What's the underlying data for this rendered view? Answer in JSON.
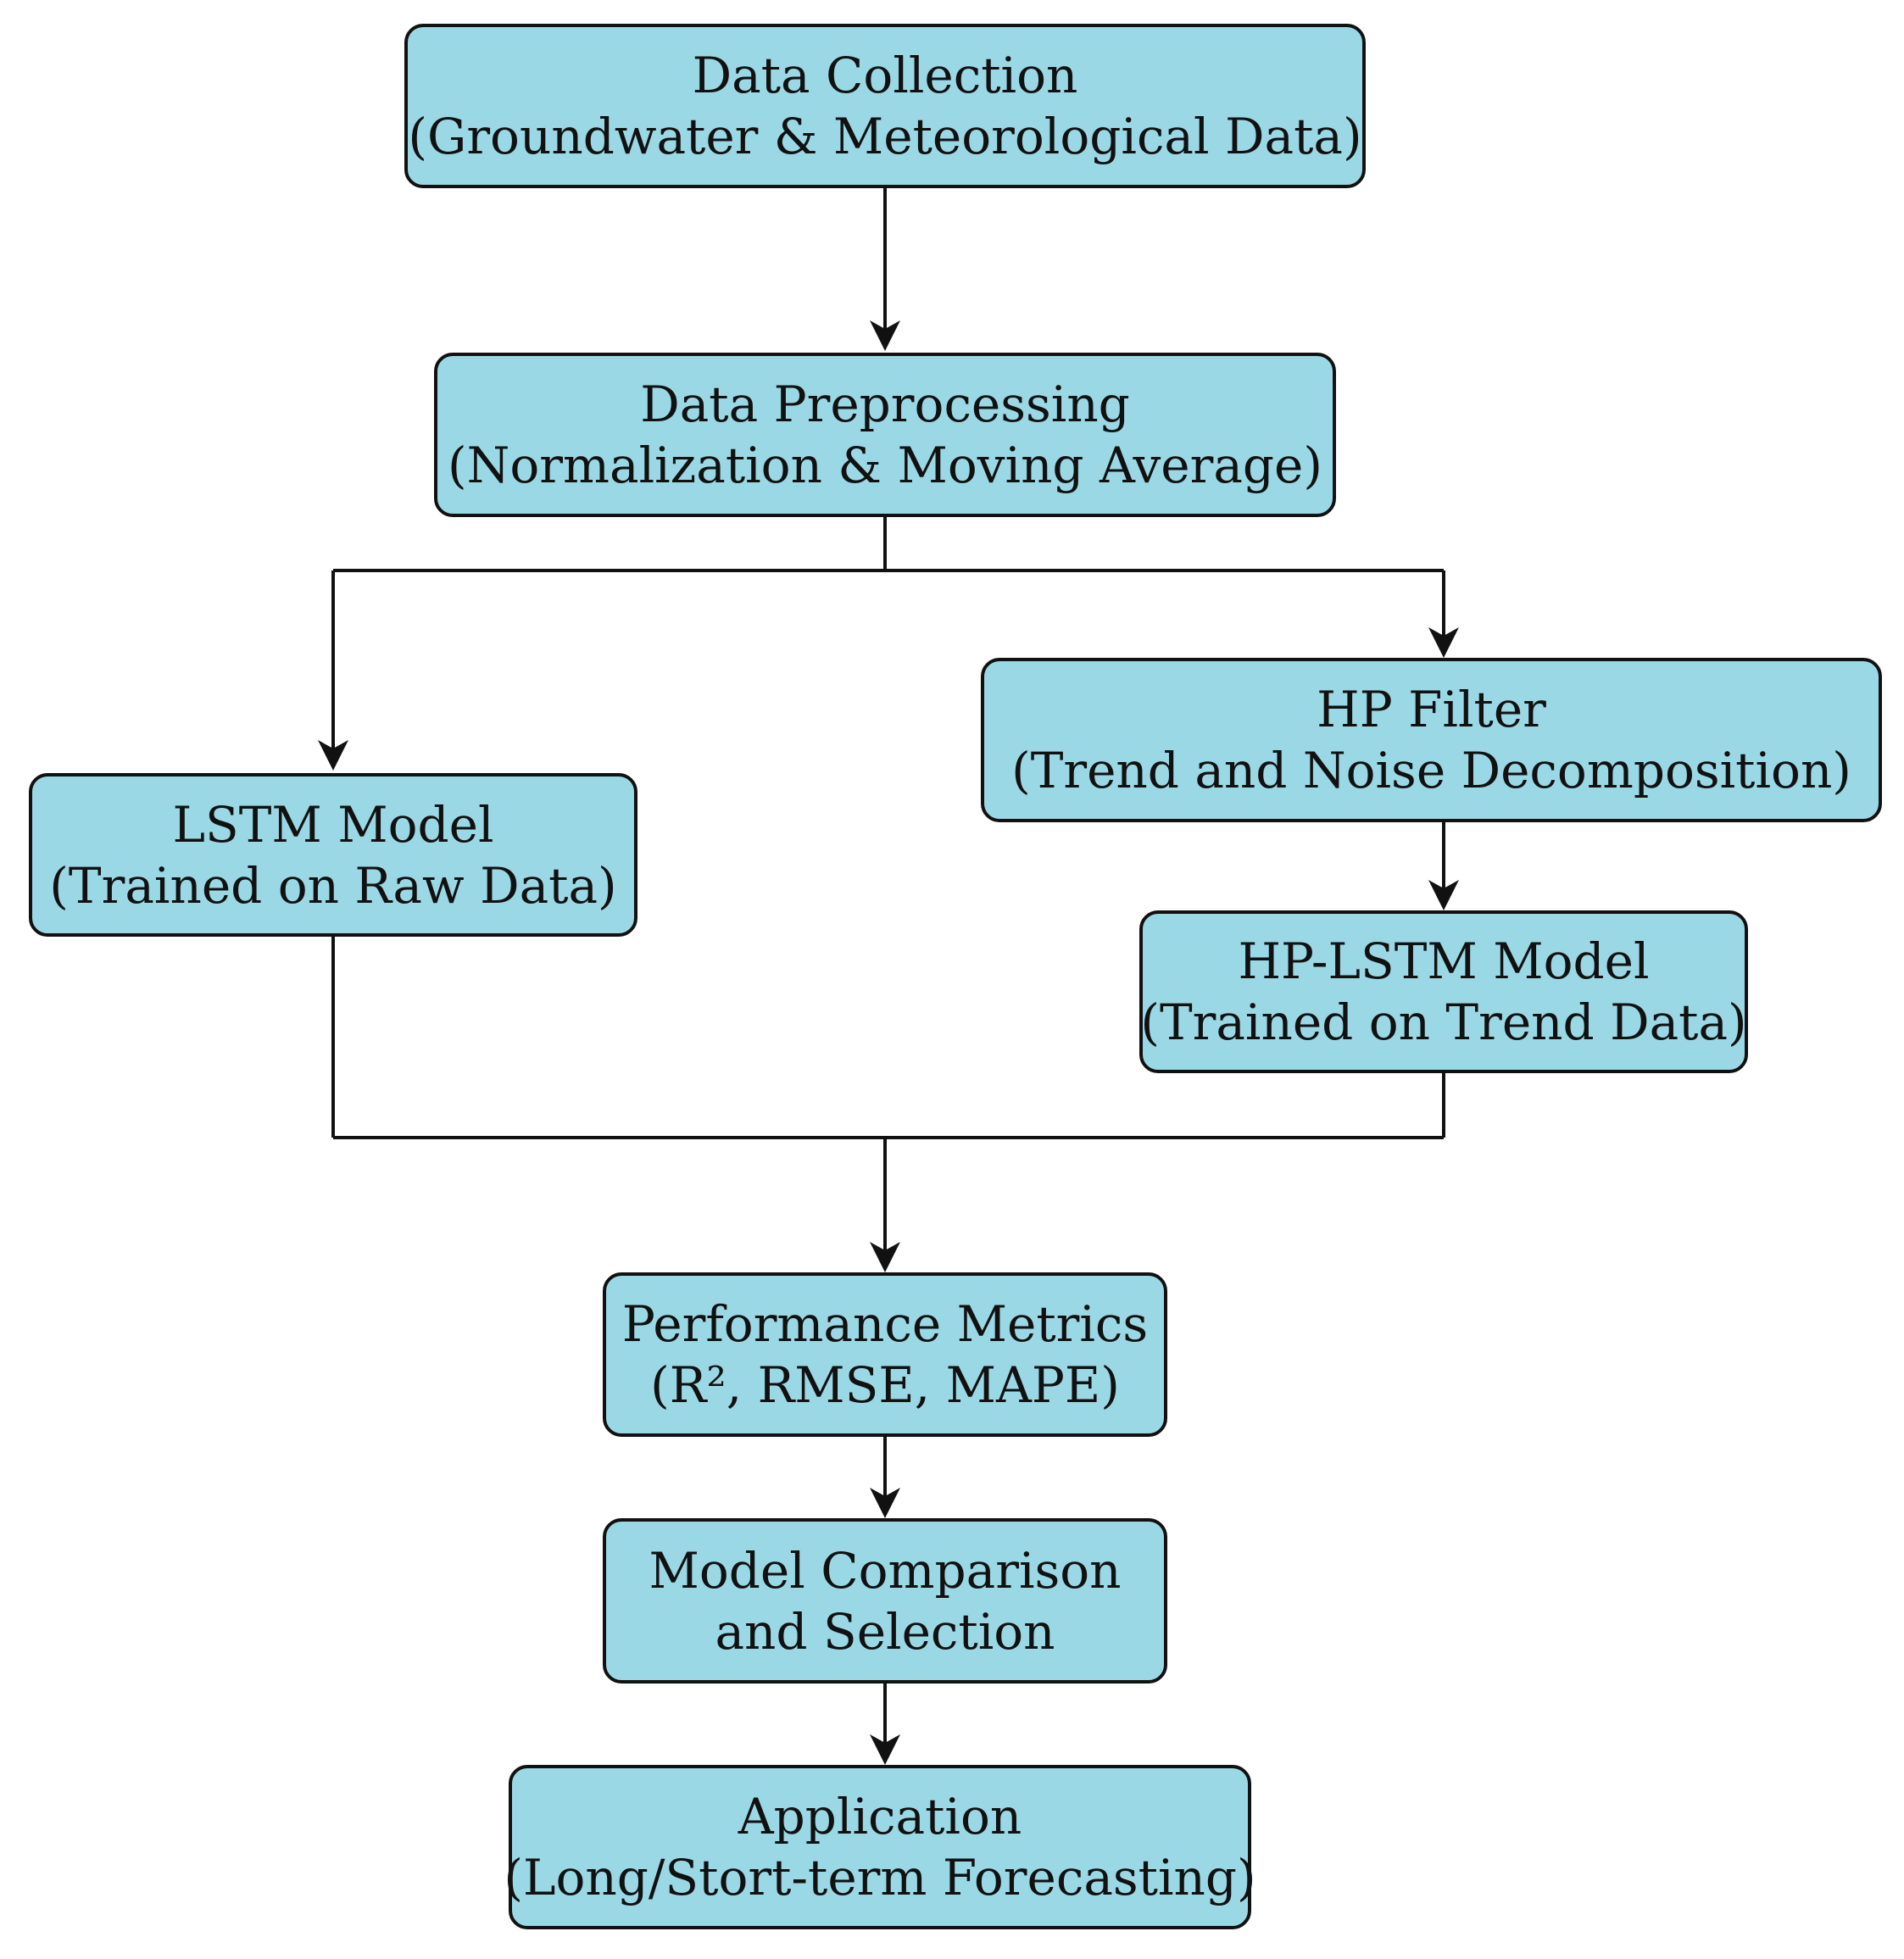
{
  "colors": {
    "box_fill": "#9bd8e6",
    "stroke": "#111111",
    "background": "#ffffff"
  },
  "nodes": {
    "data_collection": {
      "line1": "Data Collection",
      "line2": "(Groundwater & Meteorological Data)"
    },
    "data_preprocessing": {
      "line1": "Data Preprocessing",
      "line2": "(Normalization & Moving Average)"
    },
    "lstm_model": {
      "line1": "LSTM Model",
      "line2": "(Trained on Raw Data)"
    },
    "hp_filter": {
      "line1": "HP Filter",
      "line2": "(Trend and Noise Decomposition)"
    },
    "hp_lstm_model": {
      "line1": "HP-LSTM Model",
      "line2": "(Trained on Trend Data)"
    },
    "performance_metrics": {
      "line1": "Performance Metrics",
      "line2": "(R², RMSE, MAPE)"
    },
    "model_comparison": {
      "line1": "Model Comparison",
      "line2": "and Selection"
    },
    "application": {
      "line1": "Application",
      "line2": "(Long/Stort-term Forecasting)"
    }
  },
  "edges": [
    {
      "from": "data_collection",
      "to": "data_preprocessing"
    },
    {
      "from": "data_preprocessing",
      "to": "lstm_model"
    },
    {
      "from": "data_preprocessing",
      "to": "hp_filter"
    },
    {
      "from": "hp_filter",
      "to": "hp_lstm_model"
    },
    {
      "from": "lstm_model",
      "to": "performance_metrics"
    },
    {
      "from": "hp_lstm_model",
      "to": "performance_metrics"
    },
    {
      "from": "performance_metrics",
      "to": "model_comparison"
    },
    {
      "from": "model_comparison",
      "to": "application"
    }
  ]
}
